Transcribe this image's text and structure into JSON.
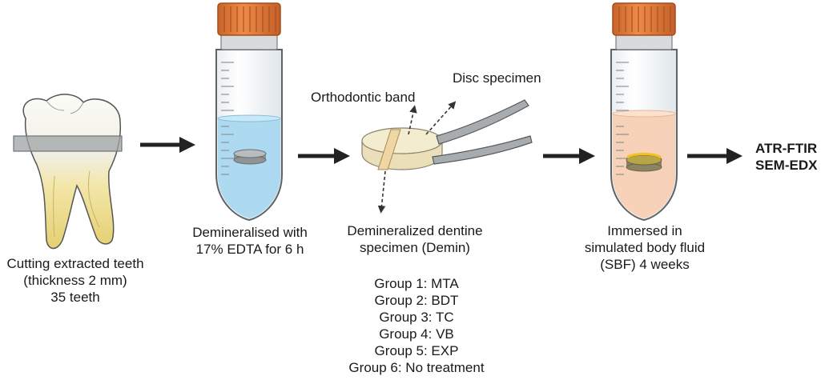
{
  "step1": {
    "line1": "Cutting extracted teeth",
    "line2": "(thickness 2 mm)",
    "line3": "35 teeth"
  },
  "step2": {
    "line1": "Demineralised with",
    "line2": "17% EDTA for 6 h"
  },
  "step3": {
    "band_label": "Orthodontic band",
    "disc_label": "Disc specimen",
    "line1": "Demineralized dentine",
    "line2": "specimen (Demin)",
    "groups": [
      "Group 1: MTA",
      "Group 2: BDT",
      "Group 3: TC",
      "Group 4: VB",
      "Group 5: EXP",
      "Group 6: No treatment"
    ]
  },
  "step4": {
    "line1": "Immersed in",
    "line2": "simulated body fluid",
    "line3": "(SBF) 4 weeks"
  },
  "outputs": [
    "ATR-FTIR",
    "SEM-EDX"
  ],
  "colors": {
    "cap": "#e07a3a",
    "edta": "#a9d8f0",
    "sbf": "#f7cfb4",
    "arrow": "#222222"
  }
}
